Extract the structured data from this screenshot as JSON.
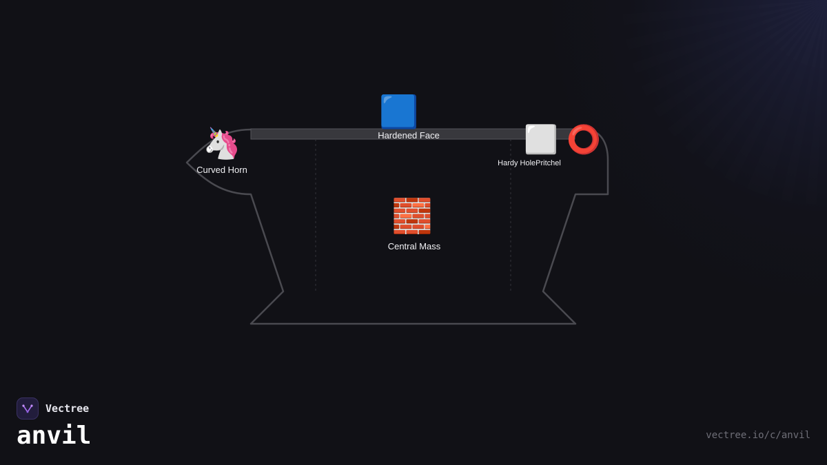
{
  "diagram": {
    "parts": [
      {
        "id": "horn",
        "label": "Curved Horn",
        "icons": [
          "🦄"
        ]
      },
      {
        "id": "face",
        "label": "Hardened Face",
        "icons": [
          "🟦"
        ]
      },
      {
        "id": "holes",
        "label": "Hardy HolePritchel",
        "icons": [
          "⬜",
          "⭕"
        ]
      },
      {
        "id": "body",
        "label": "Central Mass",
        "icons": [
          "🧱"
        ]
      }
    ],
    "colors": {
      "outline": "#4a4a50",
      "face_fill": "#3a3a3f",
      "dashed": "#34343a"
    }
  },
  "brand": {
    "name": "Vectree",
    "title": "anvil",
    "url": "vectree.io/c/anvil",
    "logo_icon": "vectree-logo-icon",
    "accent": "#a86df0"
  }
}
